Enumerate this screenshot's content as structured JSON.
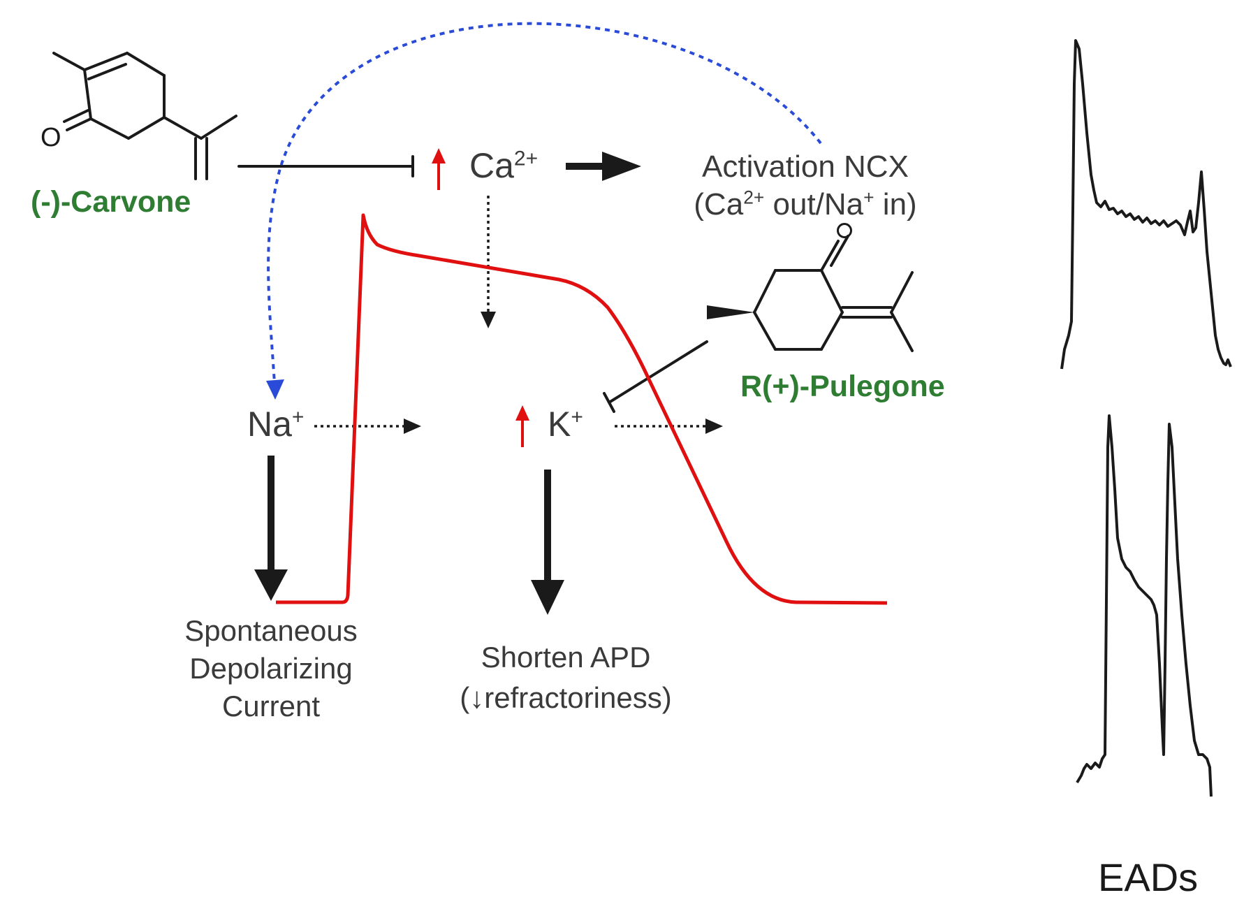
{
  "compounds": {
    "carvone": "(-)-Carvone",
    "pulegone": "R(+)-Pulegone",
    "carvone_oxygen": "O",
    "pulegone_oxygen": "O"
  },
  "ions": {
    "ca_base": "Ca",
    "ca_charge": "2+",
    "na_base": "Na",
    "na_charge": "+",
    "k_base": "K",
    "k_charge": "+"
  },
  "ncx": {
    "line1": "Activation NCX",
    "line2_part1": "(Ca",
    "line2_charge1": "2+",
    "line2_part2": " out/Na",
    "line2_charge2": "+",
    "line2_part3": " in)"
  },
  "outcomes": {
    "depol_line1": "Spontaneous",
    "depol_line2": "Depolarizing",
    "depol_line3": "Current",
    "apd_line1": "Shorten APD",
    "apd_line2": "(↓refractoriness)"
  },
  "eads_label": "EADs",
  "colors": {
    "action_potential": "#e01010",
    "increase_arrow": "#e01010",
    "feedback_dashed": "#2a4bd7",
    "compound_label": "#2e7d32",
    "text": "#3a3a3a",
    "arrows": "#1a1a1a"
  }
}
